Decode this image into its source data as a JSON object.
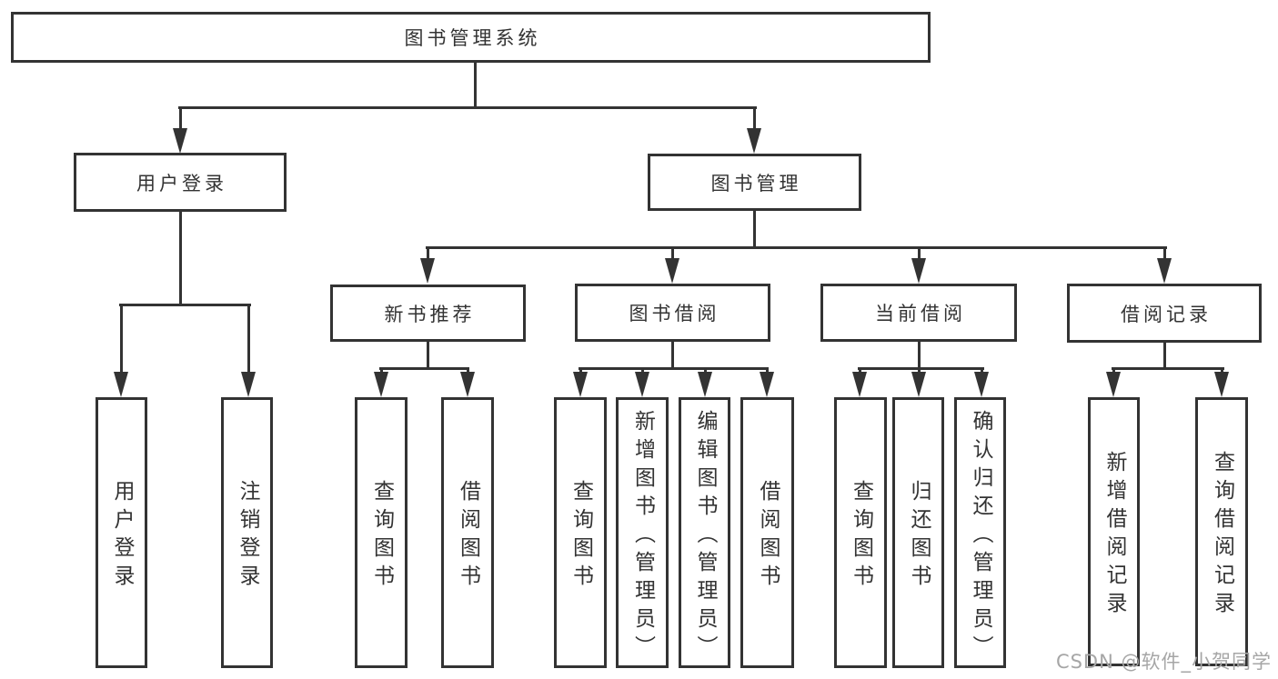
{
  "tree": {
    "root": {
      "label": "图书管理系统"
    },
    "branches": [
      {
        "label": "用户登录",
        "children": [
          {
            "label": "用户登录"
          },
          {
            "label": "注销登录"
          }
        ]
      },
      {
        "label": "图书管理",
        "children": [
          {
            "label": "新书推荐",
            "children": [
              {
                "label": "查询图书"
              },
              {
                "label": "借阅图书"
              }
            ]
          },
          {
            "label": "图书借阅",
            "children": [
              {
                "label": "查询图书"
              },
              {
                "label": "新增图书（管理员）"
              },
              {
                "label": "编辑图书（管理员）"
              },
              {
                "label": "借阅图书"
              }
            ]
          },
          {
            "label": "当前借阅",
            "children": [
              {
                "label": "查询图书"
              },
              {
                "label": "归还图书"
              },
              {
                "label": "确认归还（管理员）"
              }
            ]
          },
          {
            "label": "借阅记录",
            "children": [
              {
                "label": "新增借阅记录"
              },
              {
                "label": "查询借阅记录"
              }
            ]
          }
        ]
      }
    ]
  },
  "watermark": {
    "text": "CSDN @软件_小贺同学"
  },
  "colors": {
    "line": "#333333",
    "text": "#333333",
    "watermark": "#a6a6a6",
    "background": "#ffffff"
  }
}
